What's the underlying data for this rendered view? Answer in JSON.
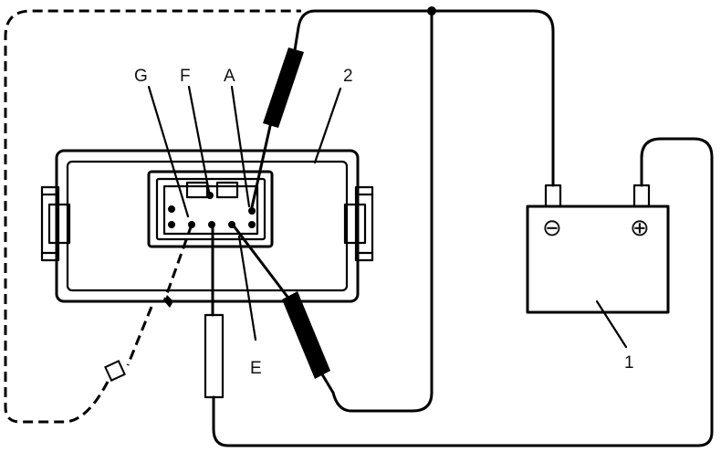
{
  "labels": {
    "g": "G",
    "f": "F",
    "a": "A",
    "e": "E",
    "callout_2": "2",
    "callout_1": "1"
  },
  "battery": {
    "negative_symbol": "⊖",
    "positive_symbol": "⊕"
  },
  "line_color": "#000000",
  "background_color": "#ffffff"
}
